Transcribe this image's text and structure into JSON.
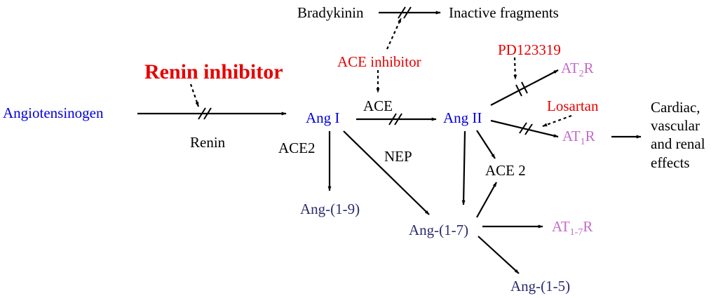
{
  "colors": {
    "black": "#000000",
    "blue": "#0000dd",
    "red": "#e60000",
    "pink": "#c46bc9",
    "navy": "#2b2b6e"
  },
  "nodes": {
    "angiotensinogen": "Angiotensinogen",
    "renin": "Renin",
    "renin_inhibitor": "Renin inhibitor",
    "ang1": "Ang I",
    "ang2": "Ang II",
    "ace": "ACE",
    "ace2_left": "ACE2",
    "ace2_right": "ACE 2",
    "nep": "NEP",
    "ang1_9": "Ang-(1-9)",
    "ang1_7": "Ang-(1-7)",
    "ang1_5": "Ang-(1-5)",
    "bradykinin": "Bradykinin",
    "inactive_fragments": "Inactive fragments",
    "ace_inhibitor": "ACE inhibitor",
    "pd123319": "PD123319",
    "losartan": "Losartan",
    "at2r": {
      "prefix": "AT",
      "sub": "2",
      "suffix": "R"
    },
    "at1r": {
      "prefix": "AT",
      "sub": "1",
      "suffix": "R"
    },
    "at17r": {
      "prefix": "AT",
      "sub": "1-7",
      "suffix": "R"
    },
    "effects": [
      "Cardiac,",
      "vascular",
      "and renal",
      "effects"
    ]
  }
}
